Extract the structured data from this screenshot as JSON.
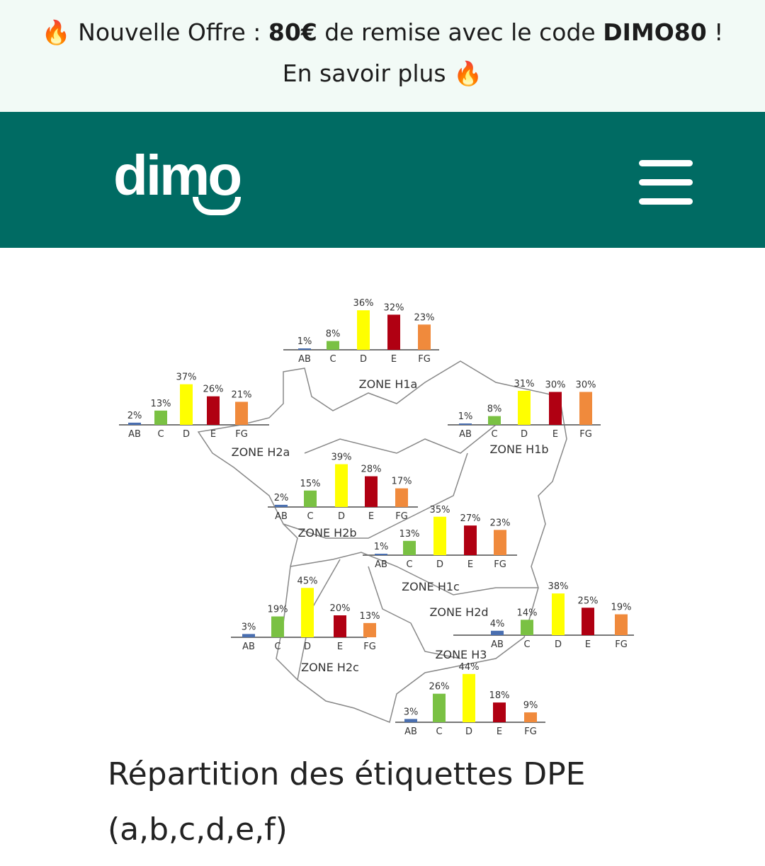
{
  "banner": {
    "fire_icon": "fire-emoji",
    "prefix": "Nouvelle Offre : ",
    "amount": "80€",
    "middle": " de remise avec le code ",
    "code": "DIMO80",
    "suffix": " !",
    "link": "En savoir plus"
  },
  "header": {
    "logo": "dimo",
    "menu_icon": "hamburger-menu-icon"
  },
  "figure": {
    "categories": [
      "AB",
      "C",
      "D",
      "E",
      "FG"
    ],
    "colors": {
      "AB": "#4a6fb0",
      "C": "#7ac143",
      "D": "#ffff00",
      "E": "#b00012",
      "FG": "#f08a3c"
    },
    "zones": [
      {
        "name": "ZONE H1a",
        "values": [
          1,
          8,
          36,
          32,
          23
        ]
      },
      {
        "name": "ZONE H2a",
        "values": [
          2,
          13,
          37,
          26,
          21
        ]
      },
      {
        "name": "ZONE H1b",
        "values": [
          1,
          8,
          31,
          30,
          30
        ]
      },
      {
        "name": "ZONE H2b",
        "values": [
          2,
          15,
          39,
          28,
          17
        ]
      },
      {
        "name": "ZONE H1c",
        "values": [
          1,
          13,
          35,
          27,
          23
        ]
      },
      {
        "name": "ZONE H2c",
        "values": [
          3,
          19,
          45,
          20,
          13
        ]
      },
      {
        "name": "ZONE H2d",
        "values": [
          4,
          14,
          38,
          25,
          19
        ]
      },
      {
        "name": "ZONE H3",
        "values": [
          3,
          26,
          44,
          18,
          9
        ]
      }
    ]
  },
  "caption": "Répartition des étiquettes DPE (a,b,c,d,e,f)"
}
